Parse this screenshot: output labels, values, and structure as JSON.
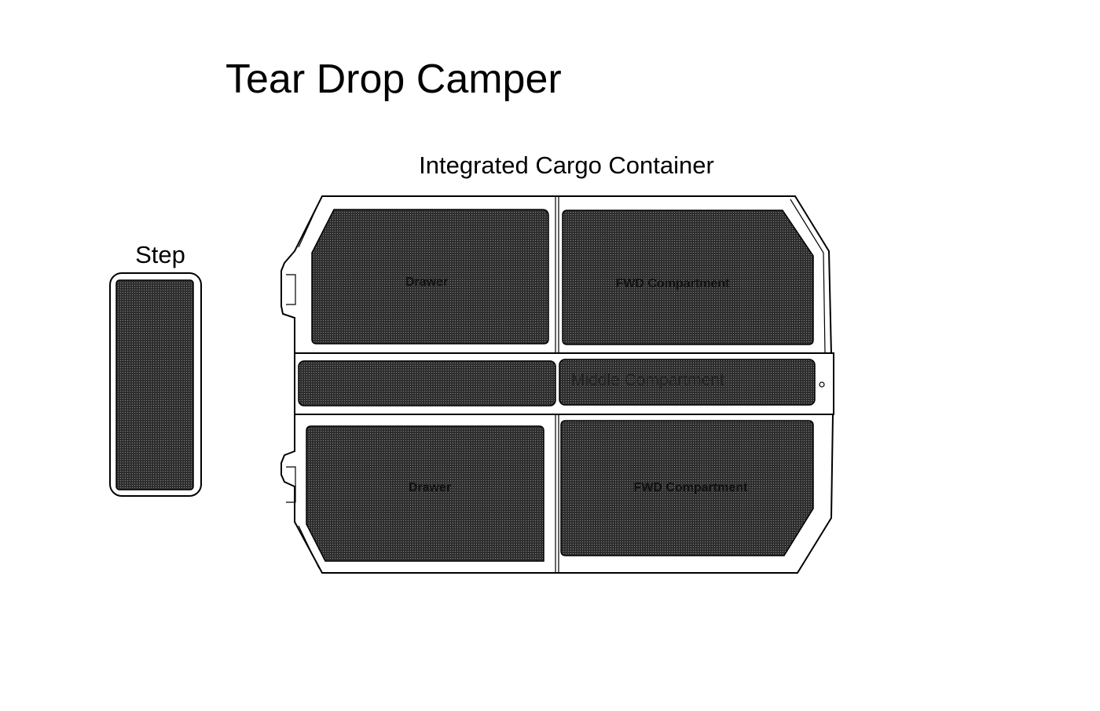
{
  "title": "Tear Drop Camper",
  "container_label": "Integrated Cargo Container",
  "step_label": "Step",
  "compartments": {
    "top_left": "Drawer",
    "top_right": "FWD Compartment",
    "middle": "Middle Compartment",
    "bottom_left": "Drawer",
    "bottom_right": "FWD Compartment"
  },
  "colors": {
    "pad": "#3c3c3c",
    "line": "#000000"
  }
}
